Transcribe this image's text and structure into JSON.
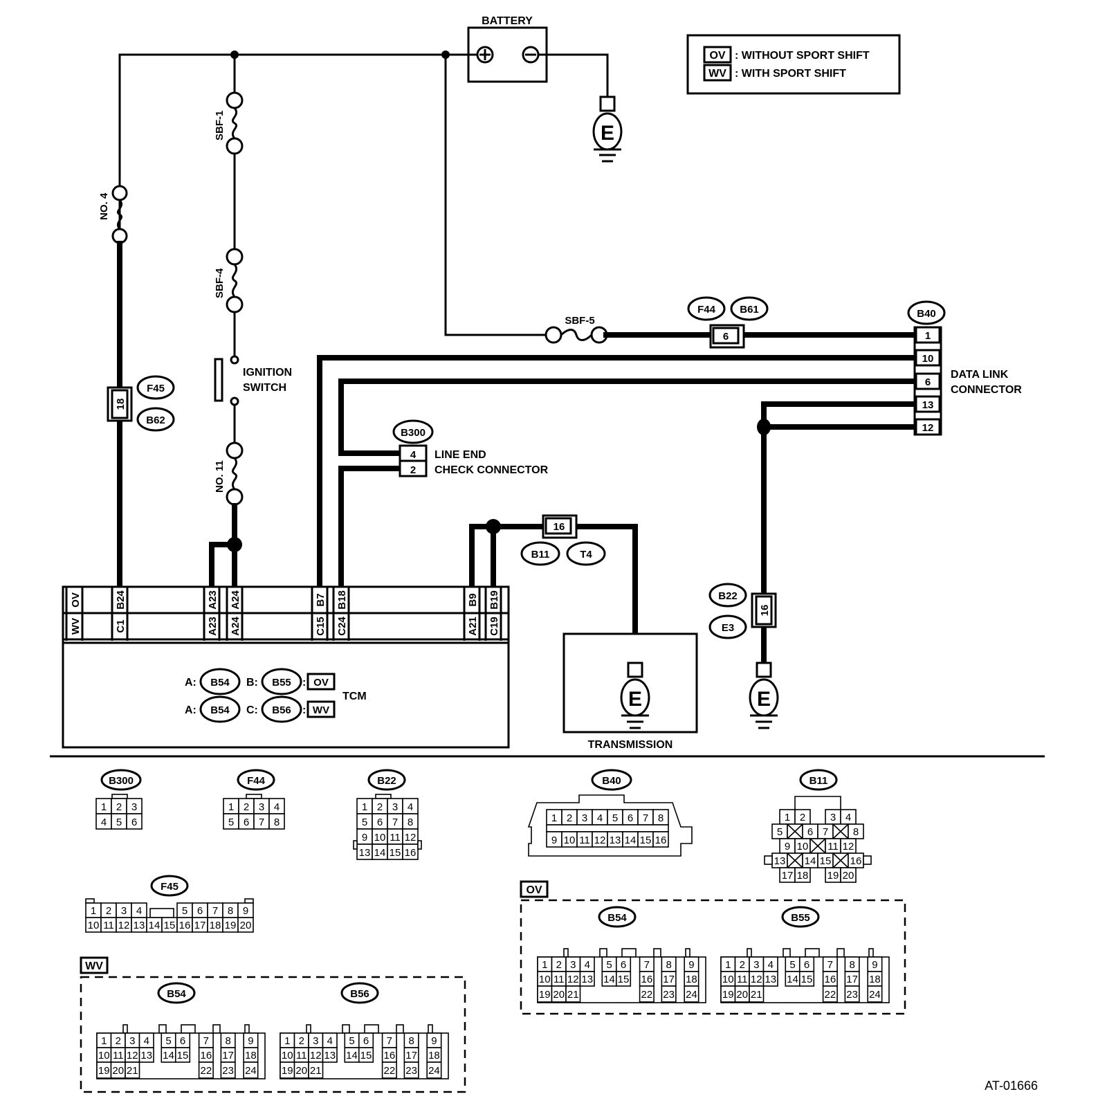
{
  "diagram": {
    "figure_id": "AT-01666",
    "legend": {
      "items": [
        {
          "code": "OV",
          "text": ": WITHOUT SPORT SHIFT"
        },
        {
          "code": "WV",
          "text": ": WITH SPORT SHIFT"
        }
      ]
    },
    "battery": {
      "label": "BATTERY",
      "pos": "+",
      "neg": "−"
    },
    "ground_symbol": "E",
    "fuses": {
      "no4": "NO. 4",
      "sbf1": "SBF-1",
      "sbf4": "SBF-4",
      "no11": "NO. 11",
      "sbf5": "SBF-5"
    },
    "ignition_switch": {
      "line1": "IGNITION",
      "line2": "SWITCH"
    },
    "inline_connectors": {
      "f45_b62": {
        "pin": "18",
        "tags": [
          "F45",
          "B62"
        ]
      },
      "f44_b61": {
        "pin": "6",
        "tags": [
          "F44",
          "B61"
        ]
      },
      "b11_t4": {
        "pin": "16",
        "tags": [
          "B11",
          "T4"
        ]
      },
      "b22_e3": {
        "pin": "16",
        "tags": [
          "B22",
          "E3"
        ]
      }
    },
    "data_link_connector": {
      "tag": "B40",
      "line1": "DATA LINK",
      "line2": "CONNECTOR",
      "pins": [
        "1",
        "10",
        "6",
        "13",
        "12"
      ]
    },
    "line_end_check": {
      "tag": "B300",
      "line1": "LINE END",
      "line2": "CHECK CONNECTOR",
      "pins": [
        "4",
        "2"
      ]
    },
    "tcm": {
      "label": "TCM",
      "row_ov_label": "OV",
      "row_wv_label": "WV",
      "terminals": [
        {
          "ov": "B24",
          "wv": "C1"
        },
        {
          "ov": "A23",
          "wv": "A23"
        },
        {
          "ov": "A24",
          "wv": "A24"
        },
        {
          "ov": "B7",
          "wv": "C15"
        },
        {
          "ov": "B18",
          "wv": "C24"
        },
        {
          "ov": "B9",
          "wv": "A21"
        },
        {
          "ov": "B19",
          "wv": "C19"
        }
      ],
      "connectors": [
        {
          "a_prefix": "A:",
          "a_tag": "B54",
          "b_prefix": "B:",
          "b_tag": "B55",
          "variant": "OV"
        },
        {
          "a_prefix": "A:",
          "a_tag": "B54",
          "b_prefix": "C:",
          "b_tag": "B56",
          "variant": "WV"
        }
      ]
    },
    "transmission_label": "TRANSMISSION",
    "connector_faces": {
      "b300": {
        "tag": "B300",
        "rows": [
          [
            "1",
            "2",
            "3"
          ],
          [
            "4",
            "5",
            "6"
          ]
        ]
      },
      "f44": {
        "tag": "F44",
        "rows": [
          [
            "1",
            "2",
            "3",
            "4"
          ],
          [
            "5",
            "6",
            "7",
            "8"
          ]
        ]
      },
      "b22": {
        "tag": "B22",
        "rows": [
          [
            "1",
            "2",
            "3",
            "4"
          ],
          [
            "5",
            "6",
            "7",
            "8"
          ],
          [
            "9",
            "10",
            "11",
            "12"
          ],
          [
            "13",
            "14",
            "15",
            "16"
          ]
        ]
      },
      "b40": {
        "tag": "B40",
        "rows": [
          [
            "1",
            "2",
            "3",
            "4",
            "5",
            "6",
            "7",
            "8"
          ],
          [
            "9",
            "10",
            "11",
            "12",
            "13",
            "14",
            "15",
            "16"
          ]
        ]
      },
      "b11": {
        "tag": "B11",
        "rows": [
          [
            "1",
            "2",
            "",
            "3",
            "4"
          ],
          [
            "5",
            "X",
            "6",
            "7",
            "X",
            "8"
          ],
          [
            "9",
            "10",
            "X",
            "11",
            "12"
          ],
          [
            "13",
            "X",
            "14",
            "15",
            "X",
            "16"
          ],
          [
            "17",
            "18",
            "",
            "19",
            "20"
          ]
        ]
      },
      "f45": {
        "tag": "F45",
        "rows": [
          [
            "1",
            "2",
            "3",
            "4",
            "",
            "",
            "5",
            "6",
            "7",
            "8",
            "9"
          ],
          [
            "10",
            "11",
            "12",
            "13",
            "14",
            "15",
            "16",
            "17",
            "18",
            "19",
            "20"
          ]
        ]
      },
      "ov_group": {
        "label": "OV",
        "connectors": [
          {
            "tag": "B54",
            "rows": [
              [
                "1",
                "2",
                "3",
                "4",
                "5",
                "6",
                "7",
                "8",
                "9"
              ],
              [
                "10",
                "11",
                "12",
                "13",
                "14",
                "15",
                "16",
                "17",
                "18"
              ],
              [
                "19",
                "20",
                "21",
                "22",
                "23",
                "24"
              ]
            ]
          },
          {
            "tag": "B55",
            "rows": [
              [
                "1",
                "2",
                "3",
                "4",
                "5",
                "6",
                "7",
                "8",
                "9"
              ],
              [
                "10",
                "11",
                "12",
                "13",
                "14",
                "15",
                "16",
                "17",
                "18"
              ],
              [
                "19",
                "20",
                "21",
                "22",
                "23",
                "24"
              ]
            ]
          }
        ]
      },
      "wv_group": {
        "label": "WV",
        "connectors": [
          {
            "tag": "B54",
            "rows": [
              [
                "1",
                "2",
                "3",
                "4",
                "5",
                "6",
                "7",
                "8",
                "9"
              ],
              [
                "10",
                "11",
                "12",
                "13",
                "14",
                "15",
                "16",
                "17",
                "18"
              ],
              [
                "19",
                "20",
                "21",
                "22",
                "23",
                "24"
              ]
            ]
          },
          {
            "tag": "B56",
            "rows": [
              [
                "1",
                "2",
                "3",
                "4",
                "5",
                "6",
                "7",
                "8",
                "9"
              ],
              [
                "10",
                "11",
                "12",
                "13",
                "14",
                "15",
                "16",
                "17",
                "18"
              ],
              [
                "19",
                "20",
                "21",
                "22",
                "23",
                "24"
              ]
            ]
          }
        ]
      }
    }
  }
}
